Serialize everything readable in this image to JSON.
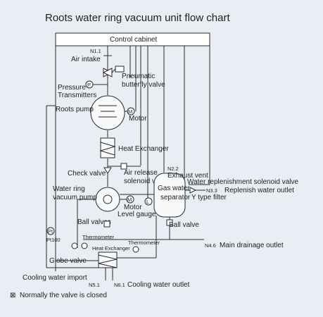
{
  "title": "Roots water ring vacuum unit flow chart",
  "labels": {
    "control_cabinet": "Control cabinet",
    "n1_1": "N1.1",
    "air_intake": "Air intake",
    "pneumatic_valve_1": "Pneumatic",
    "pneumatic_valve_2": "butterfly valve",
    "pressure_1": "Pressure",
    "pressure_2": "Transmitters",
    "roots_pump": "Roots pump",
    "motor": "Motor",
    "heat_exchanger": "Heat Exchanger",
    "check_valve": "Check valve",
    "air_release_1": "Air release",
    "air_release_2": "solenoid valve",
    "n2_2": "N2.2",
    "exhaust_vent": "Exhaust vent",
    "water_replenish_valve": "Water replenishment solenoid valve",
    "gas_water_1": "Gas water",
    "gas_water_2": "separator",
    "n3_3": "N3.3",
    "replenish_outlet": "Replenish water outlet",
    "y_filter": "Y type filter",
    "water_ring_1": "Water ring",
    "water_ring_2": "vacuum pump",
    "motor_2": "Motor",
    "level_gauge": "Level gauge",
    "pt100": "Pt100",
    "ball_valves": "Ball valves",
    "ball_valve": "Ball valve",
    "thermometer_1": "Thermometer",
    "thermometer_2": "Thermometer",
    "n4_6": "N4.6",
    "main_drainage": "Main drainage outlet",
    "heat_exchanger_2": "Heat Exchanger",
    "globe_valve": "Globe valve",
    "cooling_import": "Cooling water import",
    "n5_1": "N5.1",
    "n6_1": "N6.1",
    "cooling_outlet": "Cooling water outlet",
    "legend_symbol": "⊠",
    "legend_text": "Normally the valve is closed"
  },
  "symbols": {
    "pressure": "P",
    "motor": "M",
    "thermo": "T",
    "level": "L",
    "pt": "Pt"
  }
}
